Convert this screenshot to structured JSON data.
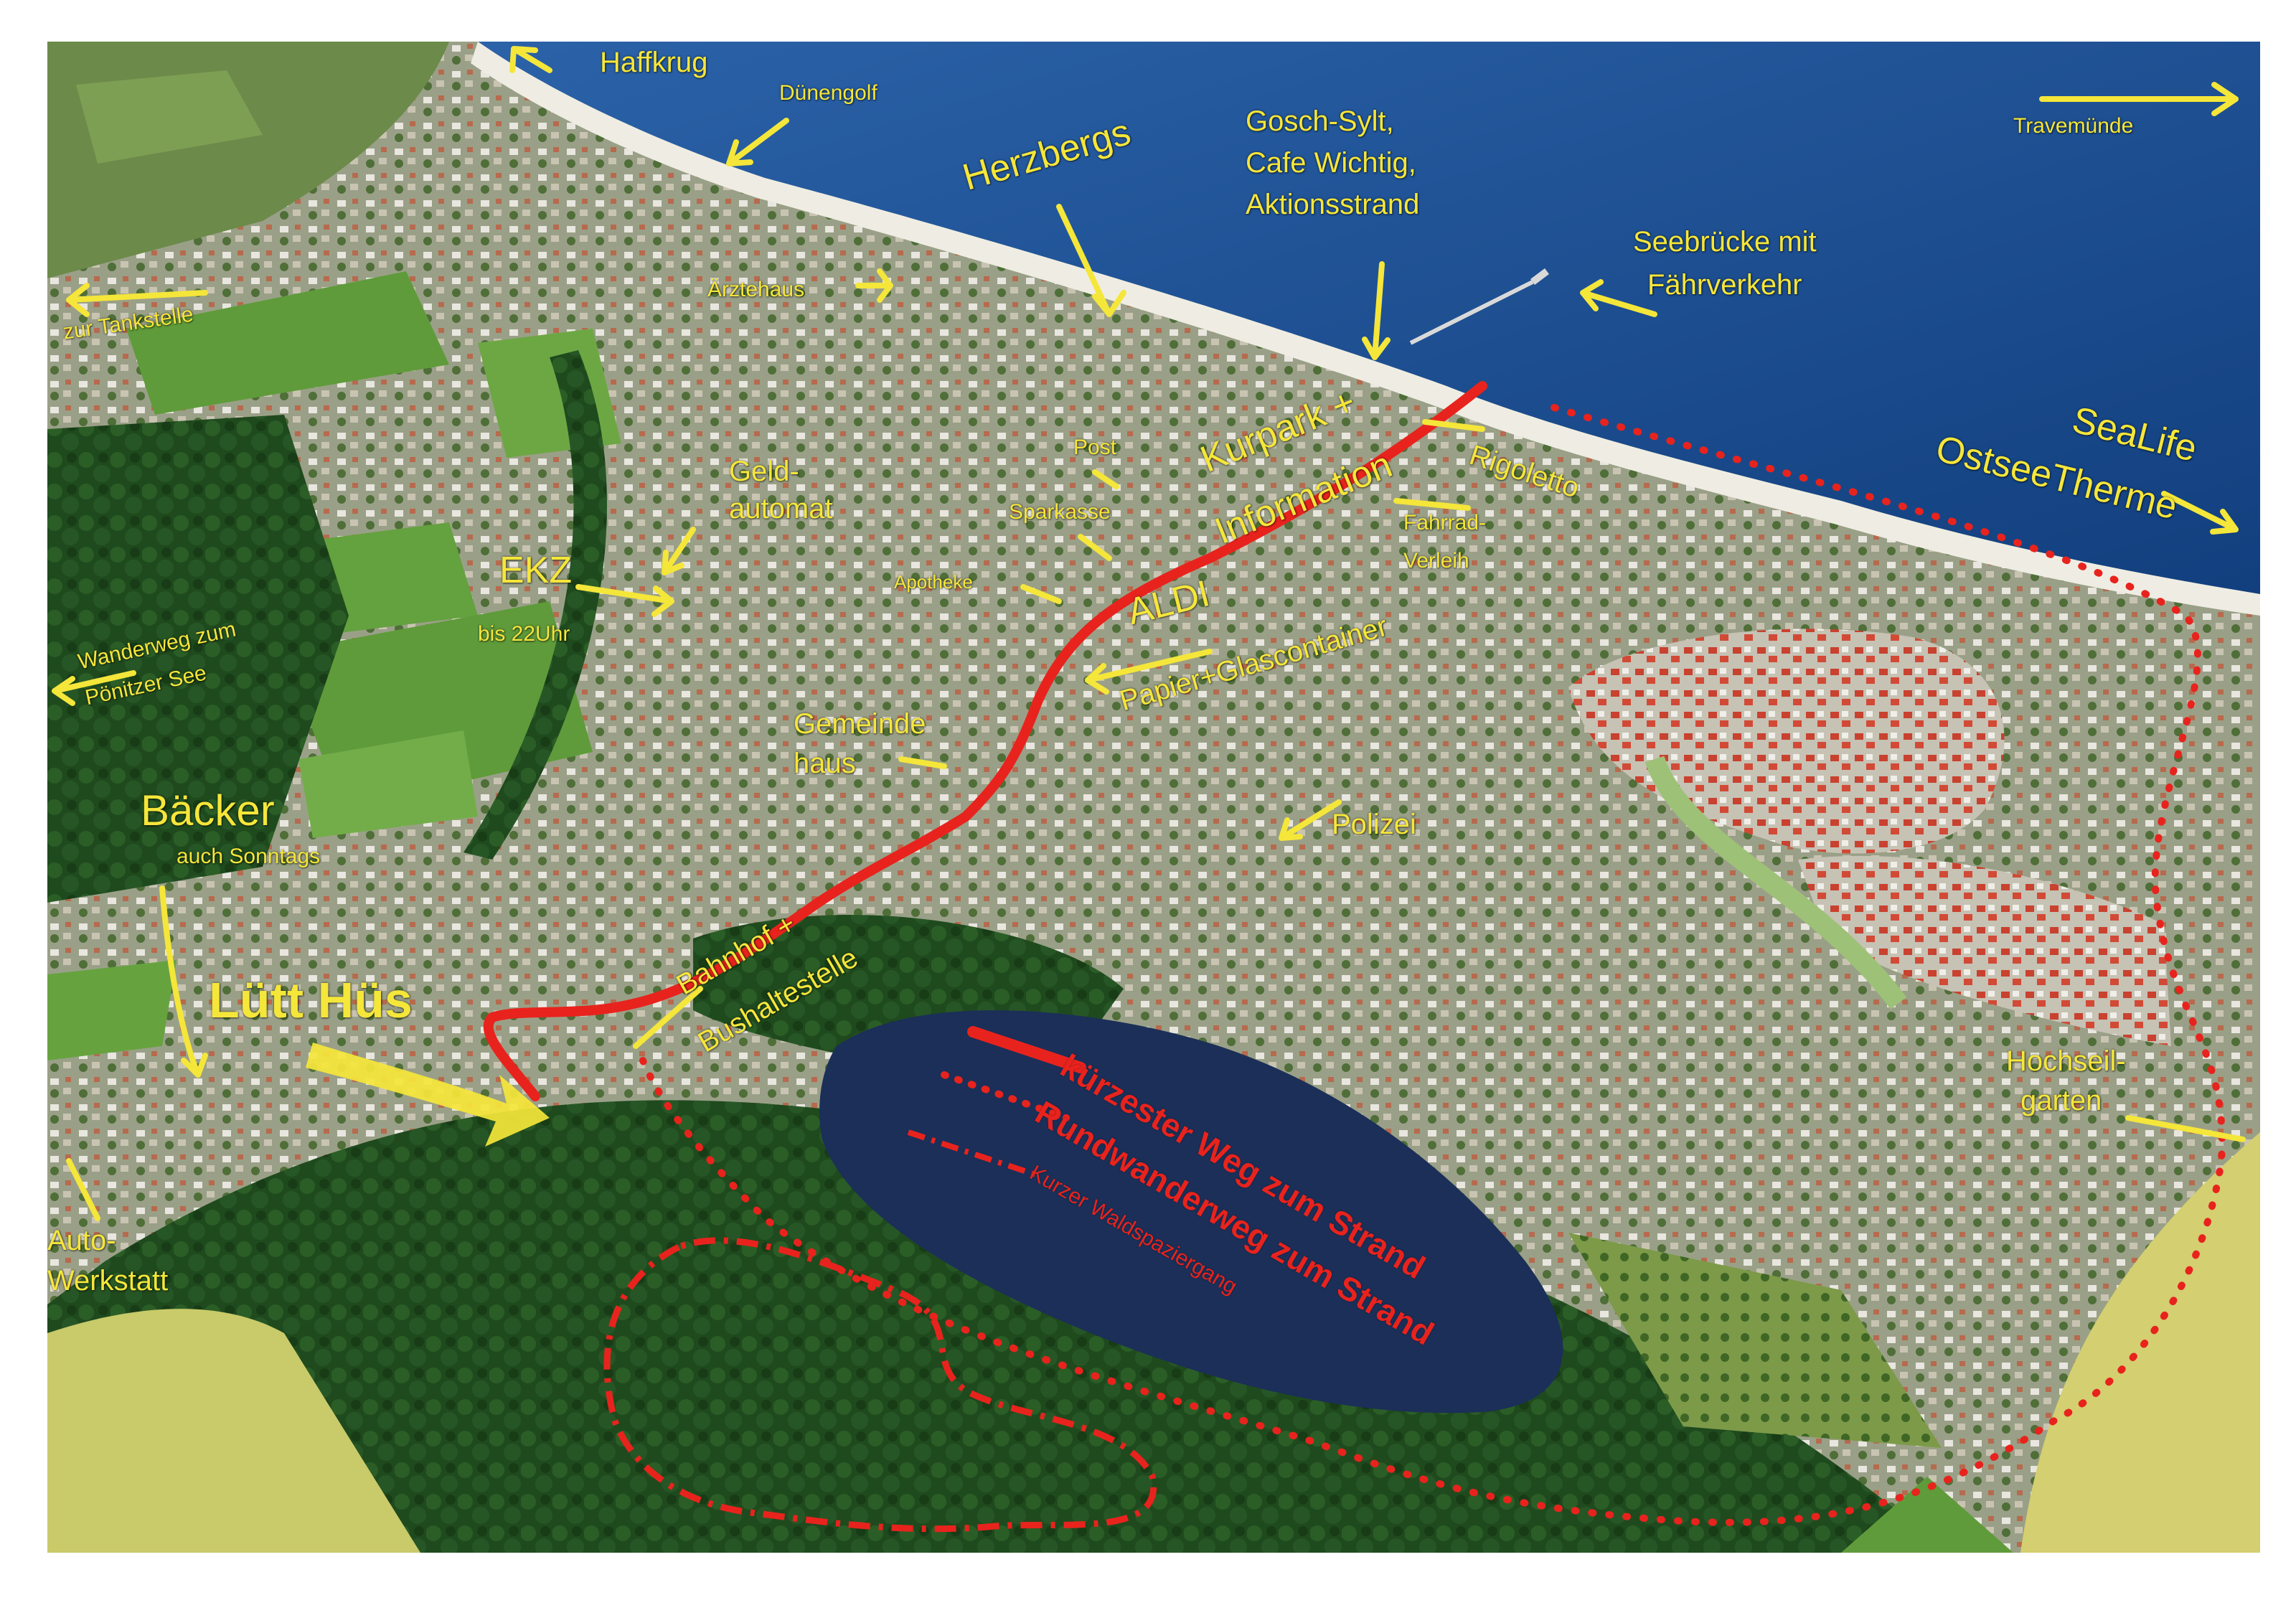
{
  "colors": {
    "sea": "#1a4f96",
    "forest": "#1f4a1e",
    "town": "#a7a58f",
    "field": "#5f9b3a",
    "lake": "#1b2f58",
    "label": "#f5e63a",
    "route": "#e8231d"
  },
  "labels": {
    "haffkrug": "Haffkrug",
    "duenengolf": "Dünengolf",
    "herzbergs": "Herzbergs",
    "gosch_1": "Gosch-Sylt,",
    "gosch_2": "Cafe Wichtig,",
    "gosch_3": "Aktionsstrand",
    "travemuende": "Travemünde",
    "seebruecke_1": "Seebrücke mit",
    "seebruecke_2": "Fährverkehr",
    "aerztehaus": "Ärztehaus",
    "tankstelle": "zur Tankstelle",
    "geld_1": "Geld-",
    "geld_2": "automat",
    "post": "Post",
    "sparkasse": "Sparkasse",
    "kurpark_1": "Kurpark +",
    "kurpark_2": "Information",
    "rigoletto": "Rigoletto",
    "sealife": "SeaLife",
    "ostseetherme": "OstseeTherme",
    "fahrrad_1": "Fahrrad-",
    "fahrrad_2": "Verleih",
    "ekz": "EKZ",
    "ekz_hours": "bis 22Uhr",
    "wanderweg_1": "Wanderweg zum",
    "wanderweg_2": "Pönitzer See",
    "apotheke": "Apotheke",
    "aldi": "ALDI",
    "papier": "Papier+Glascontainer",
    "gemeinde_1": "Gemeinde",
    "gemeinde_2": "haus",
    "polizei": "Polizei",
    "baecker": "Bäcker",
    "baecker_sub": "auch Sonntags",
    "bahnhof_1": "Bahnhof +",
    "bahnhof_2": "Bushaltestelle",
    "luett_hues": "Lütt Hüs",
    "hochseil_1": "Hochseil-",
    "hochseil_2": "garten",
    "auto_1": "Auto-",
    "auto_2": "Werkstatt"
  },
  "legend": {
    "shortest": "kürzester Weg zum Strand",
    "round": "Rundwanderweg zum Strand",
    "forest_walk": "Kurzer Waldspaziergang"
  }
}
